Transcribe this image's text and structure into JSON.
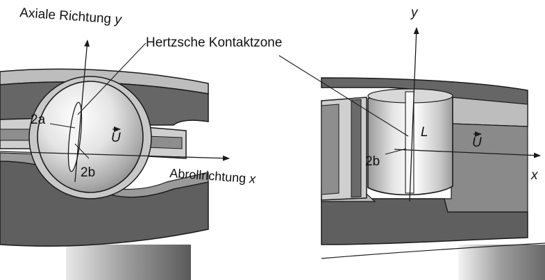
{
  "labels": {
    "axial_direction": "Axiale Richtung",
    "axial_var": "y",
    "contact_zone": "Hertzsche Kontaktzone",
    "rolling_direction": "Abrollrichtung",
    "rolling_var": "x",
    "ball_2a": "2a",
    "ball_2b": "2b",
    "ball_velocity": "U",
    "roller_y": "y",
    "roller_L": "L",
    "roller_2b": "2b",
    "roller_velocity": "U",
    "roller_x": "x"
  },
  "colors": {
    "outline": "#1a1a1a",
    "ring_dark": "#5f5f5f",
    "ring_mid": "#8a8a8a",
    "ring_light": "#bdbdbd",
    "cage": "#d0d0d0",
    "ball": "#e8e8e8"
  }
}
